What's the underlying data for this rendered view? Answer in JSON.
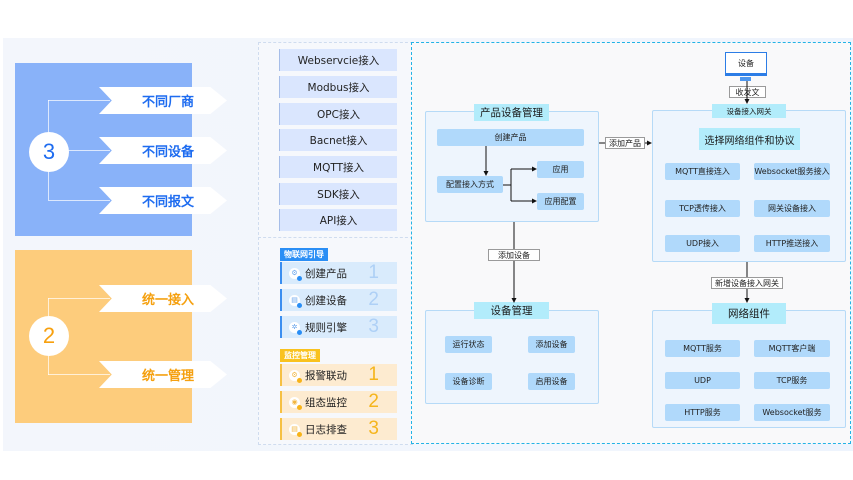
{
  "summary_cards": [
    {
      "number": "3",
      "color": "#89b2f9",
      "tags": [
        "不同厂商",
        "不同设备",
        "不同报文"
      ]
    },
    {
      "number": "2",
      "color": "#fdcc7c",
      "tags": [
        "统一接入",
        "统一管理"
      ]
    }
  ],
  "protocols": [
    "Webservcie接入",
    "Modbus接入",
    "OPC接入",
    "Bacnet接入",
    "MQTT接入",
    "SDK接入",
    "API接入"
  ],
  "iot_guide": {
    "label": "物联网引导",
    "items": [
      {
        "icon": "product-icon",
        "label": "创建产品",
        "step": "1"
      },
      {
        "icon": "device-icon",
        "label": "创建设备",
        "step": "2"
      },
      {
        "icon": "rule-engine-icon",
        "label": "规则引擎",
        "step": "3"
      }
    ]
  },
  "monitor": {
    "label": "监控管理",
    "items": [
      {
        "icon": "alarm-icon",
        "label": "报警联动",
        "step": "1"
      },
      {
        "icon": "dashboard-icon",
        "label": "组态监控",
        "step": "2"
      },
      {
        "icon": "log-icon",
        "label": "日志排查",
        "step": "3"
      }
    ]
  },
  "product_mgmt": {
    "title": "产品设备管理",
    "create_product": "创建产品",
    "config_access": "配置接入方式",
    "app": "应用",
    "app_config": "应用配置"
  },
  "device_mgmt": {
    "title": "设备管理",
    "nodes": [
      "运行状态",
      "添加设备",
      "设备诊断",
      "启用设备"
    ]
  },
  "gateway": {
    "device": "设备",
    "send_receive": "收发文",
    "gateway_title": "设备接入网关",
    "select_title": "选择网络组件和协议",
    "nodes": [
      "MQTT直接连入",
      "Websocket服务接入",
      "TCP透传接入",
      "网关设备接入",
      "UDP接入",
      "HTTP推送接入"
    ]
  },
  "network": {
    "title": "网络组件",
    "nodes": [
      "MQTT服务",
      "MQTT客户端",
      "UDP",
      "TCP服务",
      "HTTP服务",
      "Websocket服务"
    ]
  },
  "edges": {
    "add_product": "添加产品",
    "add_device": "添加设备",
    "add_gateway": "新增设备接入网关"
  }
}
